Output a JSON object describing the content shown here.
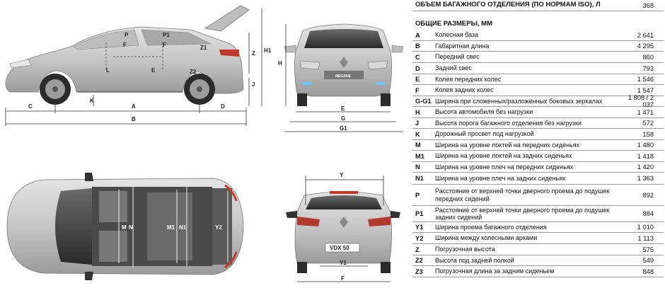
{
  "trunk": {
    "label": "ОБЪЕМ БАГАЖНОГО ОТДЕЛЕНИЯ (ПО НОРМАМ ISO), Л",
    "value": "368"
  },
  "dims_title": "ОБЩИЕ РАЗМЕРЫ, ММ",
  "rows": [
    {
      "code": "A",
      "desc": "Колесная база",
      "value": "2 641"
    },
    {
      "code": "B",
      "desc": "Габаритная длина",
      "value": "4 295"
    },
    {
      "code": "C",
      "desc": "Передний свес",
      "value": "860"
    },
    {
      "code": "D",
      "desc": "Задний свес",
      "value": "793"
    },
    {
      "code": "E",
      "desc": "Колея передних колес",
      "value": "1 546"
    },
    {
      "code": "F",
      "desc": "Колея задних колес",
      "value": "1 547"
    },
    {
      "code": "G-G1",
      "desc": "Ширина при сложенных/разложенных боковых зеркалах",
      "value": "1 808 / 2 037"
    },
    {
      "code": "H",
      "desc": "Высота автомобиля без нагрузки",
      "value": "1 471"
    },
    {
      "code": "J",
      "desc": "Высота порога багажного отделения без нагрузки",
      "value": "572"
    },
    {
      "code": "K",
      "desc": "Дорожный просвет под нагрузкой",
      "value": "158"
    },
    {
      "code": "M",
      "desc": "Ширина на уровне локтей на передних сиденьях",
      "value": "1 480"
    },
    {
      "code": "M1",
      "desc": "Ширина на уровне локтей на задних сиденьях",
      "value": "1 418"
    },
    {
      "code": "N",
      "desc": "Ширина на уровне плеч на передних сиденьях",
      "value": "1 420"
    },
    {
      "code": "N1",
      "desc": "Ширина на уровне плеч на задних сиденьях",
      "value": "1 363"
    },
    {
      "code": "P",
      "desc": "Расстояние от верхней точки дверного проема до подушек передних сидений",
      "value": "892"
    },
    {
      "code": "P1",
      "desc": "Расстояние от верхней точки дверного проема до подушек задних сидений",
      "value": "884"
    },
    {
      "code": "Y1",
      "desc": "Ширина проема багажного отделения",
      "value": "1 010"
    },
    {
      "code": "Y2",
      "desc": "Ширина между колесными арками",
      "value": "1 113"
    },
    {
      "code": "Z",
      "desc": "Погрузочная высота",
      "value": "575"
    },
    {
      "code": "Z2",
      "desc": "Высота под задней полкой",
      "value": "549"
    },
    {
      "code": "Z3",
      "desc": "Погрузочная длина за задним сиденьем",
      "value": "848"
    }
  ],
  "diagram_labels": {
    "side": [
      "A",
      "B",
      "C",
      "D",
      "K",
      "J",
      "Z",
      "H1",
      "Z1",
      "Z2",
      "P",
      "P1",
      "F",
      "L",
      "E"
    ],
    "front": [
      "H",
      "E",
      "G",
      "G1"
    ],
    "top": [
      "M",
      "N",
      "M1",
      "N1",
      "Y2"
    ],
    "rear": [
      "Y",
      "Y1",
      "F"
    ],
    "badges": [
      "MEGANE",
      "VDX 50"
    ]
  }
}
